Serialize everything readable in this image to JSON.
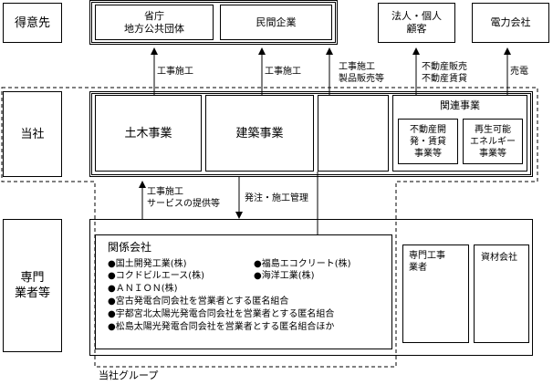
{
  "rows": {
    "customers": "得意先",
    "company": "当社",
    "specialists": "専門\n業者等"
  },
  "customers": {
    "gov": "省庁\n地方公共団体",
    "private": "民間企業",
    "corp": "法人・個人\n顧客",
    "power": "電力会社"
  },
  "company": {
    "civil": "土木事業",
    "building": "建築事業",
    "related_title": "関連事業",
    "realestate": "不動産開\n発・賃貸\n事業等",
    "renewable": "再生可能\nエネルギー\n事業等"
  },
  "arrows": {
    "construction1": "工事施工",
    "construction2": "工事施工",
    "construction_sales": "工事施工\n製品販売等",
    "realestate_sales": "不動産販売\n不動産賃貸",
    "electricity_sales": "売電",
    "services": "工事施工\nサービスの提供等",
    "ordering": "発注・施工管理"
  },
  "affiliates": {
    "title": "関係会社",
    "left_items": [
      "●国土開発工業(株)",
      "●コクドビルエース(株)",
      "●ＡＮＩＯＮ(株)",
      "●宮古発電合同会社を営業者とする匿名組合",
      "●宇都宮北太陽光発電合同会社を営業者とする匿名組合",
      "●松島太陽光発電合同会社を営業者とする匿名組合ほか"
    ],
    "right_items": [
      "●福島エコクリート(株)",
      "●海洋工業(株)"
    ]
  },
  "specialists": {
    "contractors": "専門工事\n業者",
    "materials": "資材会社"
  },
  "group_label": "当社グループ"
}
